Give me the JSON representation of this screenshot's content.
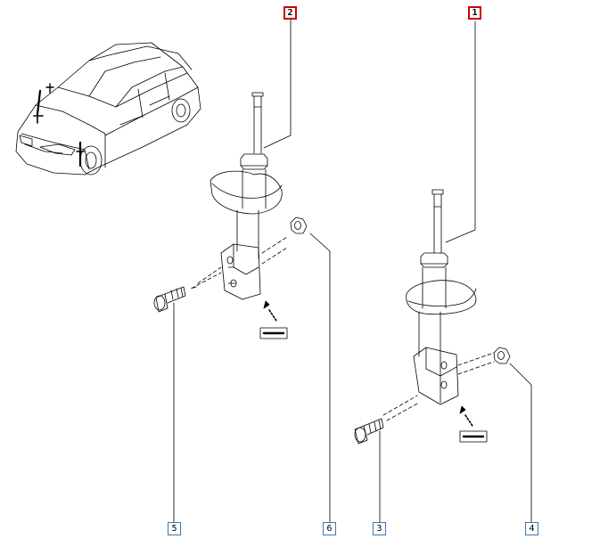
{
  "diagram": {
    "main_callouts": [
      {
        "label": "2",
        "color": "#d00000"
      },
      {
        "label": "1",
        "color": "#d00000"
      }
    ],
    "part_callouts": [
      {
        "label": "5",
        "color": "#3a78b5"
      },
      {
        "label": "6",
        "color": "#3a78b5"
      },
      {
        "label": "3",
        "color": "#3a78b5"
      },
      {
        "label": "4",
        "color": "#3a78b5"
      }
    ],
    "icons": [
      "car-icon",
      "shock-absorber-icon",
      "bolt-icon",
      "nut-icon",
      "orientation-arrow-icon"
    ]
  }
}
